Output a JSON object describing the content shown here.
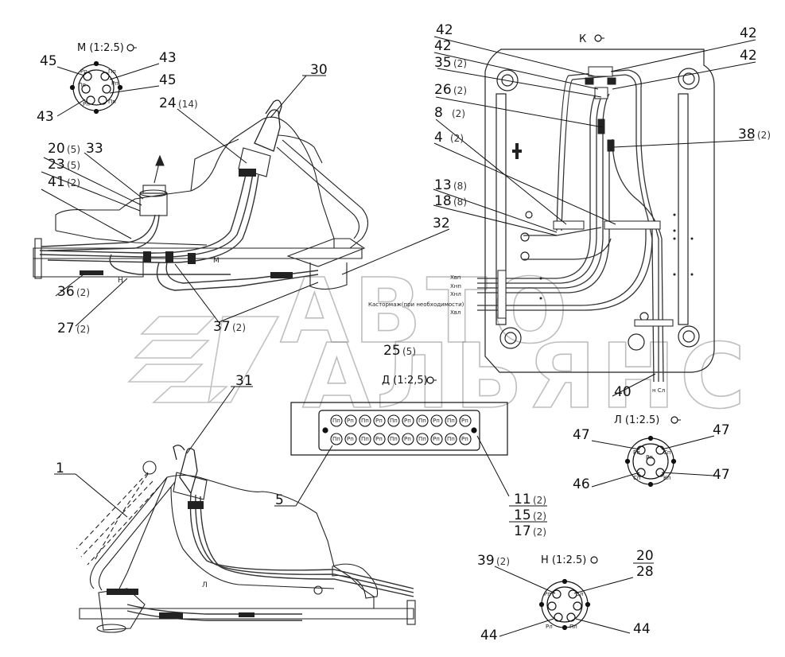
{
  "watermark": {
    "line1": "АВТО",
    "line2": "АЛЬЯНС"
  },
  "views": {
    "M": "М (1:2.5)",
    "K": "К",
    "D": "Д (1:2,5)",
    "L": "Л (1:2.5)",
    "N": "Н (1:2.5)"
  },
  "section_marks": {
    "M": "М",
    "N": "Н",
    "L": "Л"
  },
  "labels": {
    "l45a": "45",
    "l43a": "43",
    "l45b": "45",
    "l43b": "43",
    "l30": "30",
    "l24": "24",
    "l24q": "(14)",
    "l20": "20",
    "l20q": "(5)",
    "l33": "33",
    "l23": "23",
    "l23q": "(5)",
    "l41": "41",
    "l41q": "(2)",
    "l32": "32",
    "l36": "36",
    "l36q": "(2)",
    "l27": "27",
    "l27q": "(2)",
    "l37": "37",
    "l37q": "(2)",
    "l25": "25",
    "l25q": "(5)",
    "l42a": "42",
    "l42b": "42",
    "l42c": "42",
    "l42d": "42",
    "l35": "35",
    "l35q": "(2)",
    "l26": "26",
    "l26q": "(2)",
    "l8": "8",
    "l8q": "(2)",
    "l4": "4",
    "l4q": "(2)",
    "l38": "38",
    "l38q": "(2)",
    "l13": "13",
    "l13q": "(8)",
    "l18": "18",
    "l18q": "(8)",
    "l40": "40",
    "l31": "31",
    "l1": "1",
    "l5": "5",
    "l11": "11",
    "l11q": "(2)",
    "l15": "15",
    "l15q": "(2)",
    "l17": "17",
    "l17q": "(2)",
    "l47a": "47",
    "l47b": "47",
    "l47c": "47",
    "l46": "46",
    "l39": "39",
    "l39q": "(2)",
    "l20b": "20",
    "l28": "28",
    "l44a": "44",
    "l44b": "44"
  },
  "hose_labels": {
    "xbp": "Хвп",
    "xnp": "Хнп",
    "xnl": "Хнл",
    "kastor": "Кастормаж(при необходимости)",
    "xvl": "Хвл",
    "nsl": "н Сл"
  },
  "connector_m_pins": [
    "Рп",
    "Пп",
    "Пп",
    "Рп",
    "Рп",
    "Пп"
  ],
  "connector_d_pins_top": [
    "Пп",
    "Рп",
    "Пп",
    "Рп",
    "Пп",
    "Рп",
    "Пп",
    "Рп",
    "Пп",
    "Рп"
  ],
  "connector_d_pins_bottom": [
    "Пп",
    "Рп",
    "Пп",
    "Рп",
    "Пп",
    "Рп",
    "Пп",
    "Рп",
    "Пп",
    "Рп"
  ],
  "connector_l_pins": [
    "Рп",
    "Сп",
    "Кп",
    "Сп",
    "Рп"
  ],
  "connector_n_pins": [
    "Рп",
    "Сл",
    "Рл",
    "Пл"
  ]
}
